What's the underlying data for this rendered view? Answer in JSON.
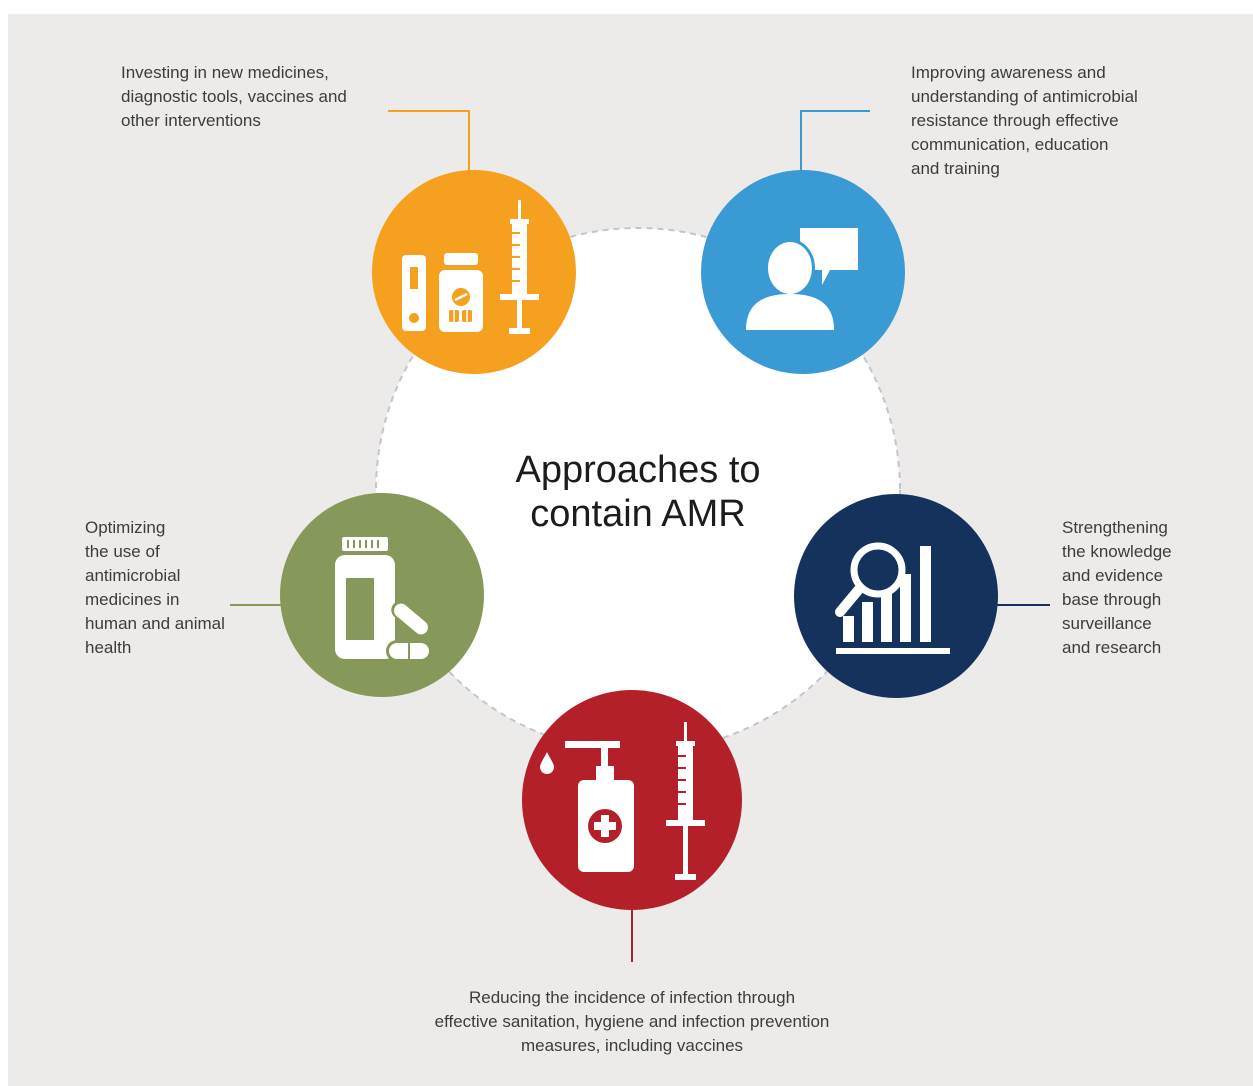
{
  "title": [
    "Approaches to",
    "contain AMR"
  ],
  "colors": {
    "background": "#ecebe9",
    "hub": "#ffffff",
    "dash": "#c4c5cc",
    "orange": "#f5a01f",
    "blue": "#3a9ad3",
    "navy": "#15325c",
    "red": "#b3202a",
    "green": "#87995a"
  },
  "approaches": [
    {
      "id": "investing",
      "color_key": "orange",
      "icon": "test-kit-pill-bottle-syringe-icon",
      "lines": [
        "Investing in new medicines,",
        "diagnostic tools, vaccines and",
        "other interventions"
      ]
    },
    {
      "id": "awareness",
      "color_key": "blue",
      "icon": "person-speech-bubble-icon",
      "lines": [
        "Improving awareness and",
        "understanding of antimicrobial",
        "resistance through effective",
        "communication, education",
        "and training"
      ]
    },
    {
      "id": "knowledge",
      "color_key": "navy",
      "icon": "magnifier-bar-chart-icon",
      "lines": [
        "Strengthening",
        "the knowledge",
        "and evidence",
        "base through",
        "surveillance",
        "and research"
      ]
    },
    {
      "id": "infection",
      "color_key": "red",
      "icon": "sanitizer-syringe-icon",
      "lines": [
        "Reducing the incidence of infection through",
        "effective sanitation, hygiene and infection prevention",
        "measures, including vaccines"
      ]
    },
    {
      "id": "optimizing",
      "color_key": "green",
      "icon": "medicine-bottle-capsule-icon",
      "lines": [
        "Optimizing",
        "the use of",
        "antimicrobial",
        "medicines in",
        "human and animal",
        "health"
      ]
    }
  ]
}
